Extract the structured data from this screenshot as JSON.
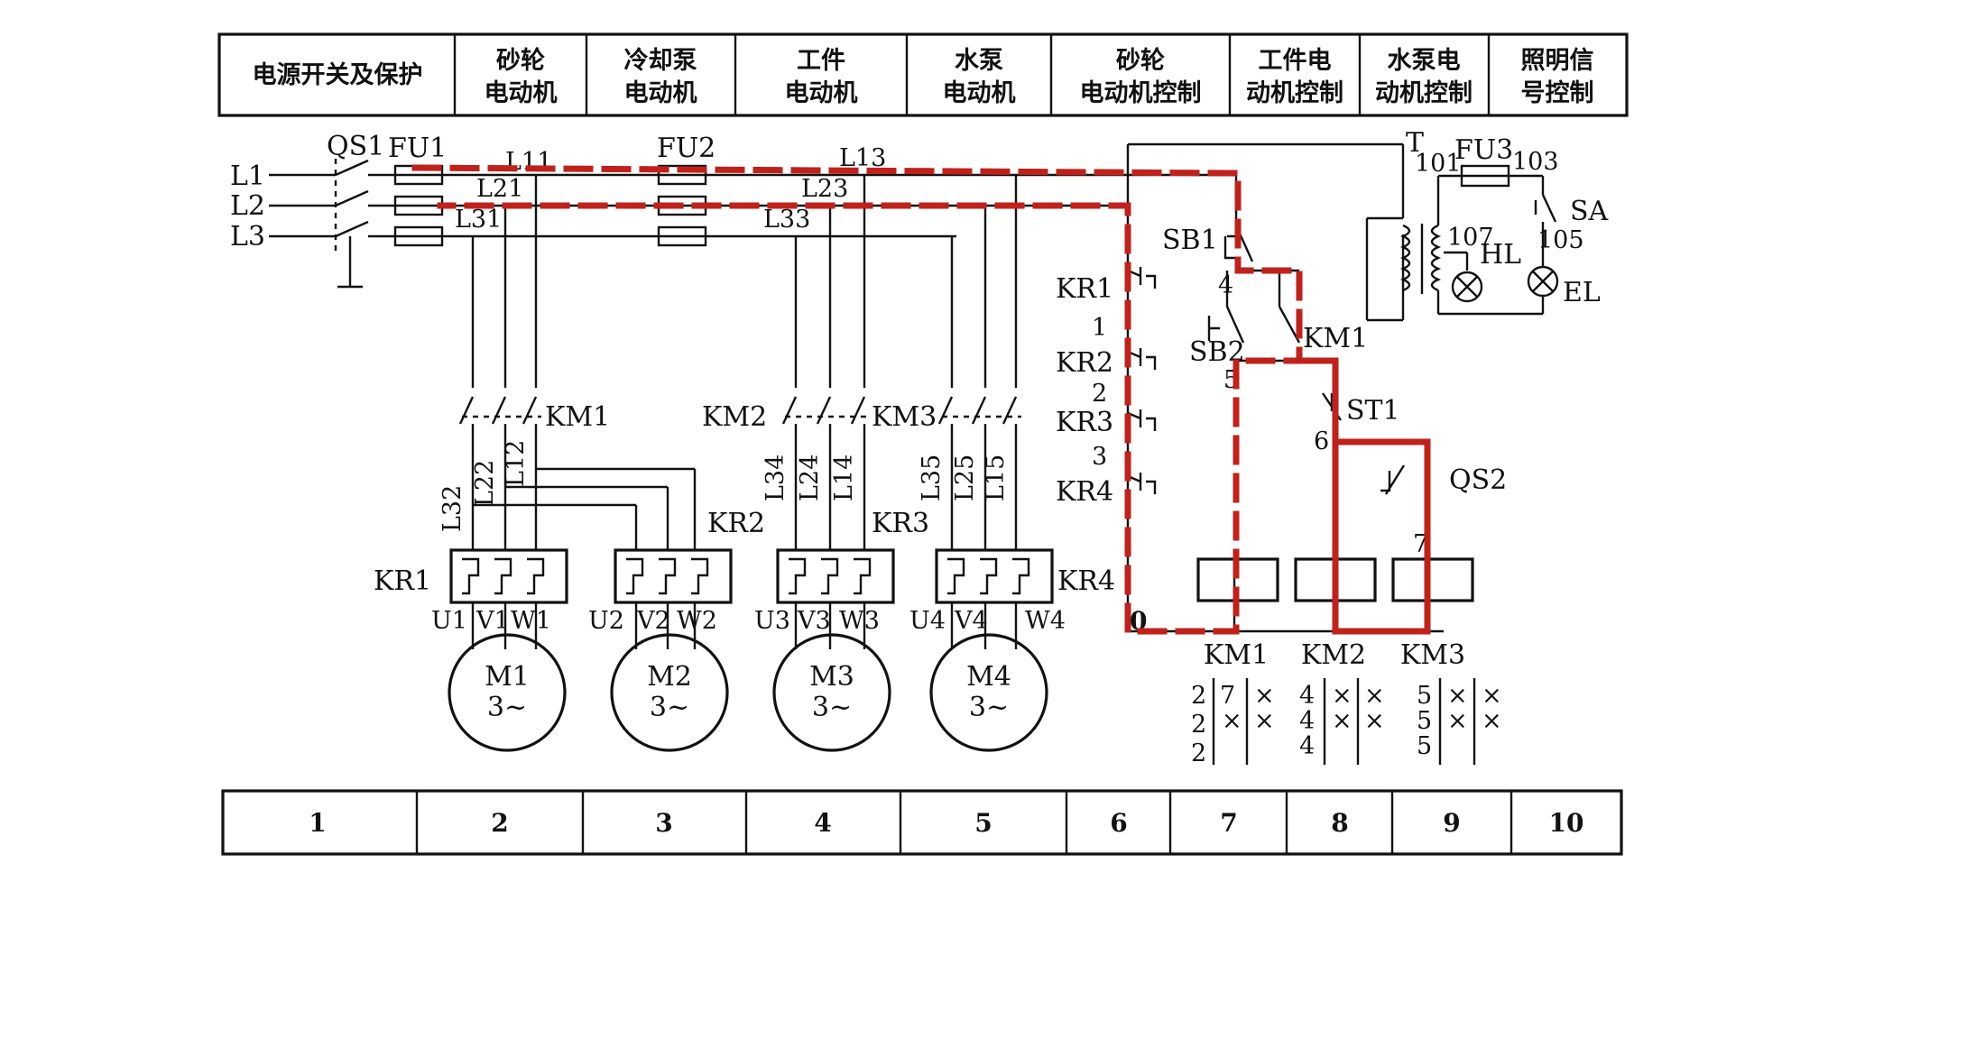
{
  "header": [
    {
      "lines": [
        "电源开关及保护"
      ]
    },
    {
      "lines": [
        "砂轮",
        "电动机"
      ]
    },
    {
      "lines": [
        "冷却泵",
        "电动机"
      ]
    },
    {
      "lines": [
        "工件",
        "电动机"
      ]
    },
    {
      "lines": [
        "水泵",
        "电动机"
      ]
    },
    {
      "lines": [
        "砂轮",
        "电动机控制"
      ]
    },
    {
      "lines": [
        "工件电",
        "动机控制"
      ]
    },
    {
      "lines": [
        "水泵电",
        "动机控制"
      ]
    },
    {
      "lines": [
        "照明信",
        "号控制"
      ]
    }
  ],
  "footer": [
    "1",
    "2",
    "3",
    "4",
    "5",
    "6",
    "7",
    "8",
    "9",
    "10"
  ],
  "supply": {
    "phases": [
      "L1",
      "L2",
      "L3"
    ],
    "switch": "QS1",
    "fuse1": "FU1",
    "fuse2": "FU2",
    "fuse3": "FU3"
  },
  "wires": {
    "l11": "L11",
    "l21": "L21",
    "l31": "L31",
    "l13": "L13",
    "l23": "L23",
    "l33": "L33",
    "l32": "L32",
    "l22": "L22",
    "l12": "L12",
    "l34": "L34",
    "l24": "L24",
    "l14": "L14",
    "l35": "L35",
    "l25": "L25",
    "l15": "L15"
  },
  "contactors": {
    "km1": "KM1",
    "km2": "KM2",
    "km3": "KM3"
  },
  "relays": {
    "kr1": "KR1",
    "kr2": "KR2",
    "kr3": "KR3",
    "kr4": "KR4"
  },
  "motors": [
    {
      "name": "M1",
      "type": "3~",
      "terminals": [
        "U1",
        "V1",
        "W1"
      ]
    },
    {
      "name": "M2",
      "type": "3~",
      "terminals": [
        "U2",
        "V2",
        "W2"
      ]
    },
    {
      "name": "M3",
      "type": "3~",
      "terminals": [
        "U3",
        "V3",
        "W3"
      ]
    },
    {
      "name": "M4",
      "type": "3~",
      "terminals": [
        "U4",
        "V4",
        "W4"
      ]
    }
  ],
  "control": {
    "sb1": "SB1",
    "sb2": "SB2",
    "st1": "ST1",
    "qs2": "QS2",
    "km1_contact": "KM1",
    "nodes": {
      "n1": "1",
      "n2": "2",
      "n3": "3",
      "n4": "4",
      "n5": "5",
      "n6": "6",
      "n7": "7",
      "n0": "0"
    },
    "coils": [
      "KM1",
      "KM2",
      "KM3"
    ],
    "contact_table": {
      "km1": [
        "2",
        "2",
        "2",
        "7"
      ],
      "km2": [
        "4",
        "4",
        "4"
      ],
      "km3": [
        "5",
        "5",
        "5"
      ]
    }
  },
  "lighting": {
    "transformer": "T",
    "n101": "101",
    "n103": "103",
    "n105": "105",
    "n107": "107",
    "sa": "SA",
    "hl": "HL",
    "el": "EL"
  },
  "colors": {
    "highlight": "#c0211b",
    "ink": "#111111"
  }
}
